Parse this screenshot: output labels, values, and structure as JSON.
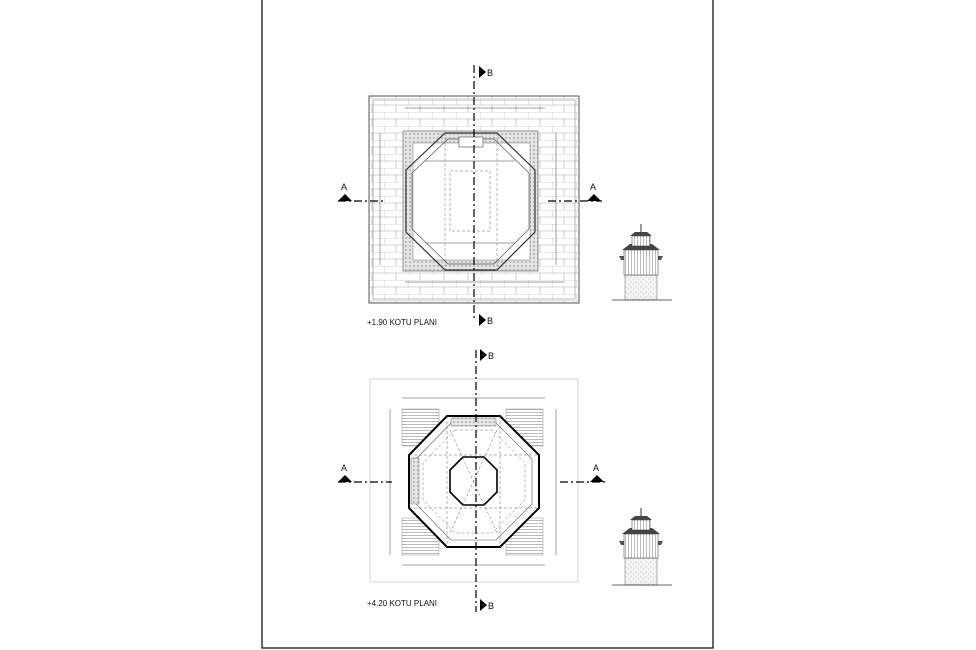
{
  "sheet": {
    "plans": [
      {
        "title": "+1.90 KOTU PLANI"
      },
      {
        "title": "+4.20 KOTU PLANI"
      }
    ],
    "section_marks": {
      "a": "A",
      "b": "B"
    }
  }
}
